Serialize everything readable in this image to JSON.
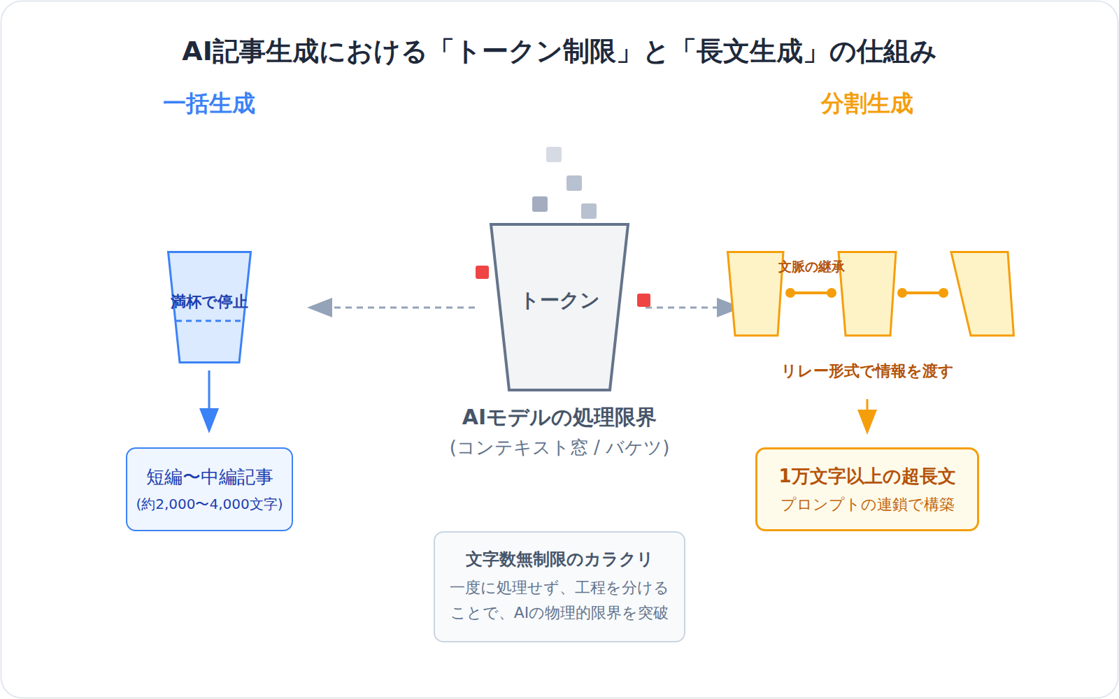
{
  "diagram": {
    "title": "AI記事生成における「トークン制限」と「長文生成」の仕組み",
    "nodes": [
      {
        "text": [
          "満杯で停止"
        ]
      },
      {
        "text": [
          "短編〜中編記事",
          "(約2,000〜4,000文字)"
        ]
      },
      {
        "text": [
          "トークン",
          "AIモデルの処理限界",
          "(コンテキスト窓 / バケツ)"
        ]
      },
      {
        "text": [
          "文脈の継承",
          "リレー形式で情報を渡す"
        ]
      },
      {
        "text": [
          "1万文字以上の超長文",
          "プロンプトの連鎖で構築"
        ]
      },
      {
        "text": [
          "文字数無制限のカラクリ",
          "一度に処理せず、工程を分ける ことで、AIの物理的限界を突破"
        ]
      }
    ],
    "edges": [
      {
        "from": 2,
        "to": 0,
        "arrow": "to"
      },
      {
        "from": 0,
        "to": 1,
        "arrow": "to"
      },
      {
        "from": 2,
        "to": 3,
        "arrow": "to"
      },
      {
        "from": 3,
        "to": 4,
        "arrow": "to"
      }
    ],
    "labels": [
      "一括生成",
      "分割生成"
    ]
  }
}
